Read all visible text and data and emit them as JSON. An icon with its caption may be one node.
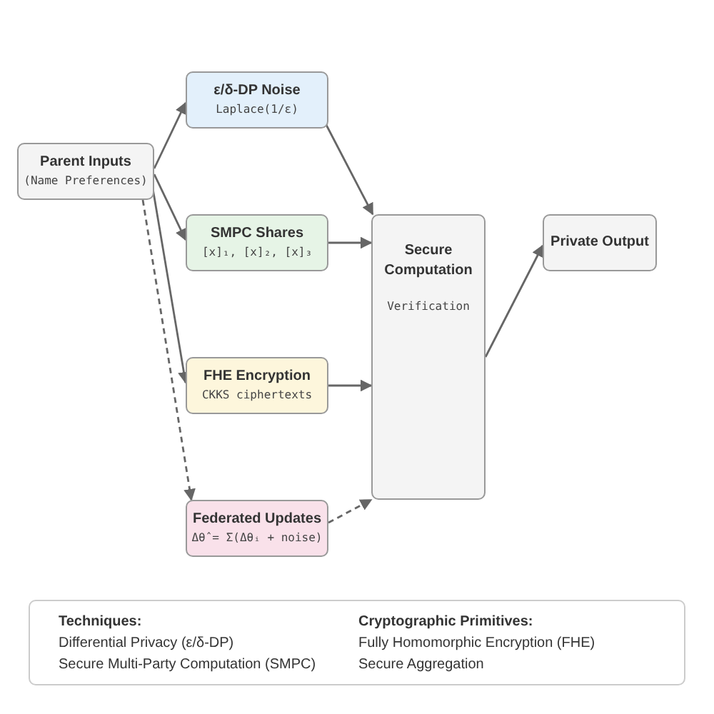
{
  "diagram": {
    "nodes": [
      {
        "text": [
          "Parent Inputs",
          "(Name Preferences)"
        ]
      },
      {
        "text": [
          "ε/δ-DP Noise",
          "Laplace(1/ε)"
        ]
      },
      {
        "text": [
          "SMPC Shares",
          "[x]₁, [x]₂, [x]₃"
        ]
      },
      {
        "text": [
          "FHE Encryption",
          "CKKS ciphertexts"
        ]
      },
      {
        "text": [
          "Federated Updates",
          "Δθ̂ = Σ(Δθᵢ + noise)"
        ]
      },
      {
        "text": [
          "Secure Computation",
          "Verification"
        ]
      },
      {
        "text": [
          "Private Output"
        ]
      },
      {
        "text": [
          "Techniques:",
          "Differential Privacy (ε/δ-DP)",
          "Secure Multi-Party Computation (SMPC)",
          "Cryptographic Primitives:",
          "Fully Homomorphic Encryption (FHE)",
          "Secure Aggregation"
        ]
      }
    ],
    "edges": [
      {
        "from": 0,
        "to": 1,
        "arrow": "to"
      },
      {
        "from": 0,
        "to": 2,
        "arrow": "to"
      },
      {
        "from": 0,
        "to": 3,
        "arrow": "to"
      },
      {
        "from": 0,
        "to": 4,
        "arrow": "to",
        "style": "dashed"
      },
      {
        "from": 1,
        "to": 5,
        "arrow": "to"
      },
      {
        "from": 2,
        "to": 5,
        "arrow": "to"
      },
      {
        "from": 3,
        "to": 5,
        "arrow": "to"
      },
      {
        "from": 4,
        "to": 5,
        "arrow": "to",
        "style": "dashed"
      },
      {
        "from": 5,
        "to": 6,
        "arrow": "to"
      }
    ]
  }
}
